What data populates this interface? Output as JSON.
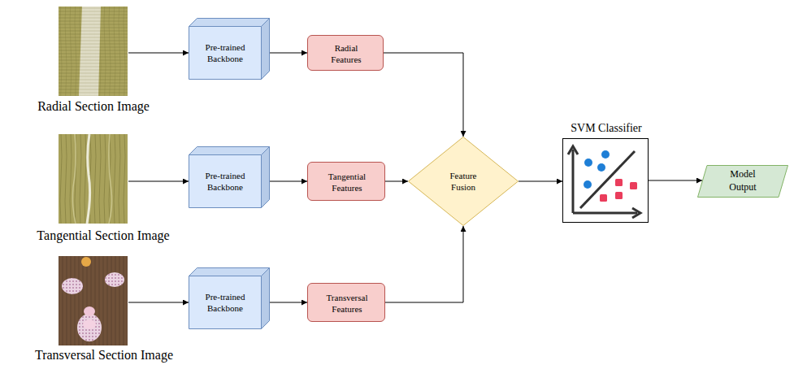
{
  "diagram": {
    "nodes": [
      {
        "text": [
          "Pre-trained Backbone"
        ]
      },
      {
        "text": [
          "Radial Features"
        ]
      },
      {
        "text": [
          "Pre-trained Backbone"
        ]
      },
      {
        "text": [
          "Tangential Features"
        ]
      },
      {
        "text": [
          "Pre-trained Backbone"
        ]
      },
      {
        "text": [
          "Transversal Features"
        ]
      },
      {
        "text": [
          "Feature Fusion"
        ]
      },
      {
        "text": [
          "SVM Classifier"
        ]
      },
      {
        "text": [
          "Model Output"
        ]
      }
    ],
    "edges": [
      {
        "from": 0,
        "to": 1,
        "arrow": "to"
      },
      {
        "from": 2,
        "to": 3,
        "arrow": "to"
      },
      {
        "from": 4,
        "to": 5,
        "arrow": "to"
      },
      {
        "from": 1,
        "to": 6,
        "arrow": "to"
      },
      {
        "from": 3,
        "to": 6,
        "arrow": "to"
      },
      {
        "from": 5,
        "to": 6,
        "arrow": "to"
      },
      {
        "from": 6,
        "to": 7,
        "arrow": "to"
      },
      {
        "from": 7,
        "to": 8,
        "arrow": "to"
      }
    ],
    "labels": [
      "Radial Section Image",
      "Tangential Section Image",
      "Transversal Section Image"
    ]
  }
}
